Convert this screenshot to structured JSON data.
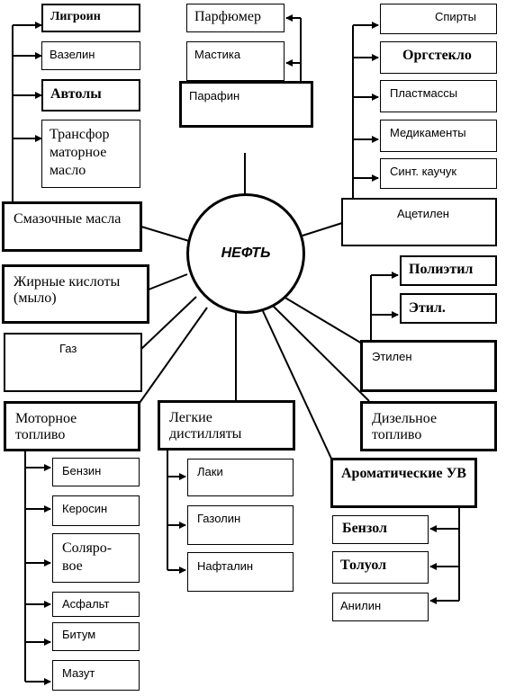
{
  "center": "НЕФТЬ",
  "nodes": {
    "lubricating_oils": "Смазочные масла",
    "fatty_acids": "Жирные кислоты (мыло)",
    "gas": "Газ",
    "motor_fuel": "Моторное топливо",
    "light_distillates": "Легкие дистилляты",
    "diesel_fuel": "Дизельное топливо",
    "aromatic_hc": "Ароматические УВ",
    "ethylene": "Этилен",
    "acetylene": "Ацетилен",
    "paraffin": "Парафин"
  },
  "lubricating_oils_children": [
    "Лигроин",
    "Вазелин",
    "Автолы",
    "Трансфор маторное масло"
  ],
  "paraffin_children": [
    "Парфюмер",
    "Мастика"
  ],
  "acetylene_children": [
    "Спирты",
    "Оргстекло",
    "Пластмассы",
    "Медикаменты",
    "Синт. каучук"
  ],
  "ethylene_children": [
    "Полиэтил",
    "Этил."
  ],
  "motor_fuel_children": [
    "Бензин",
    "Керосин",
    "Соляро-вое",
    "Асфальт",
    "Битум",
    "Мазут"
  ],
  "light_distillates_children": [
    "Лаки",
    "Газолин",
    "Нафталин"
  ],
  "aromatic_children": [
    "Бензол",
    "Толуол",
    "Анилин"
  ]
}
